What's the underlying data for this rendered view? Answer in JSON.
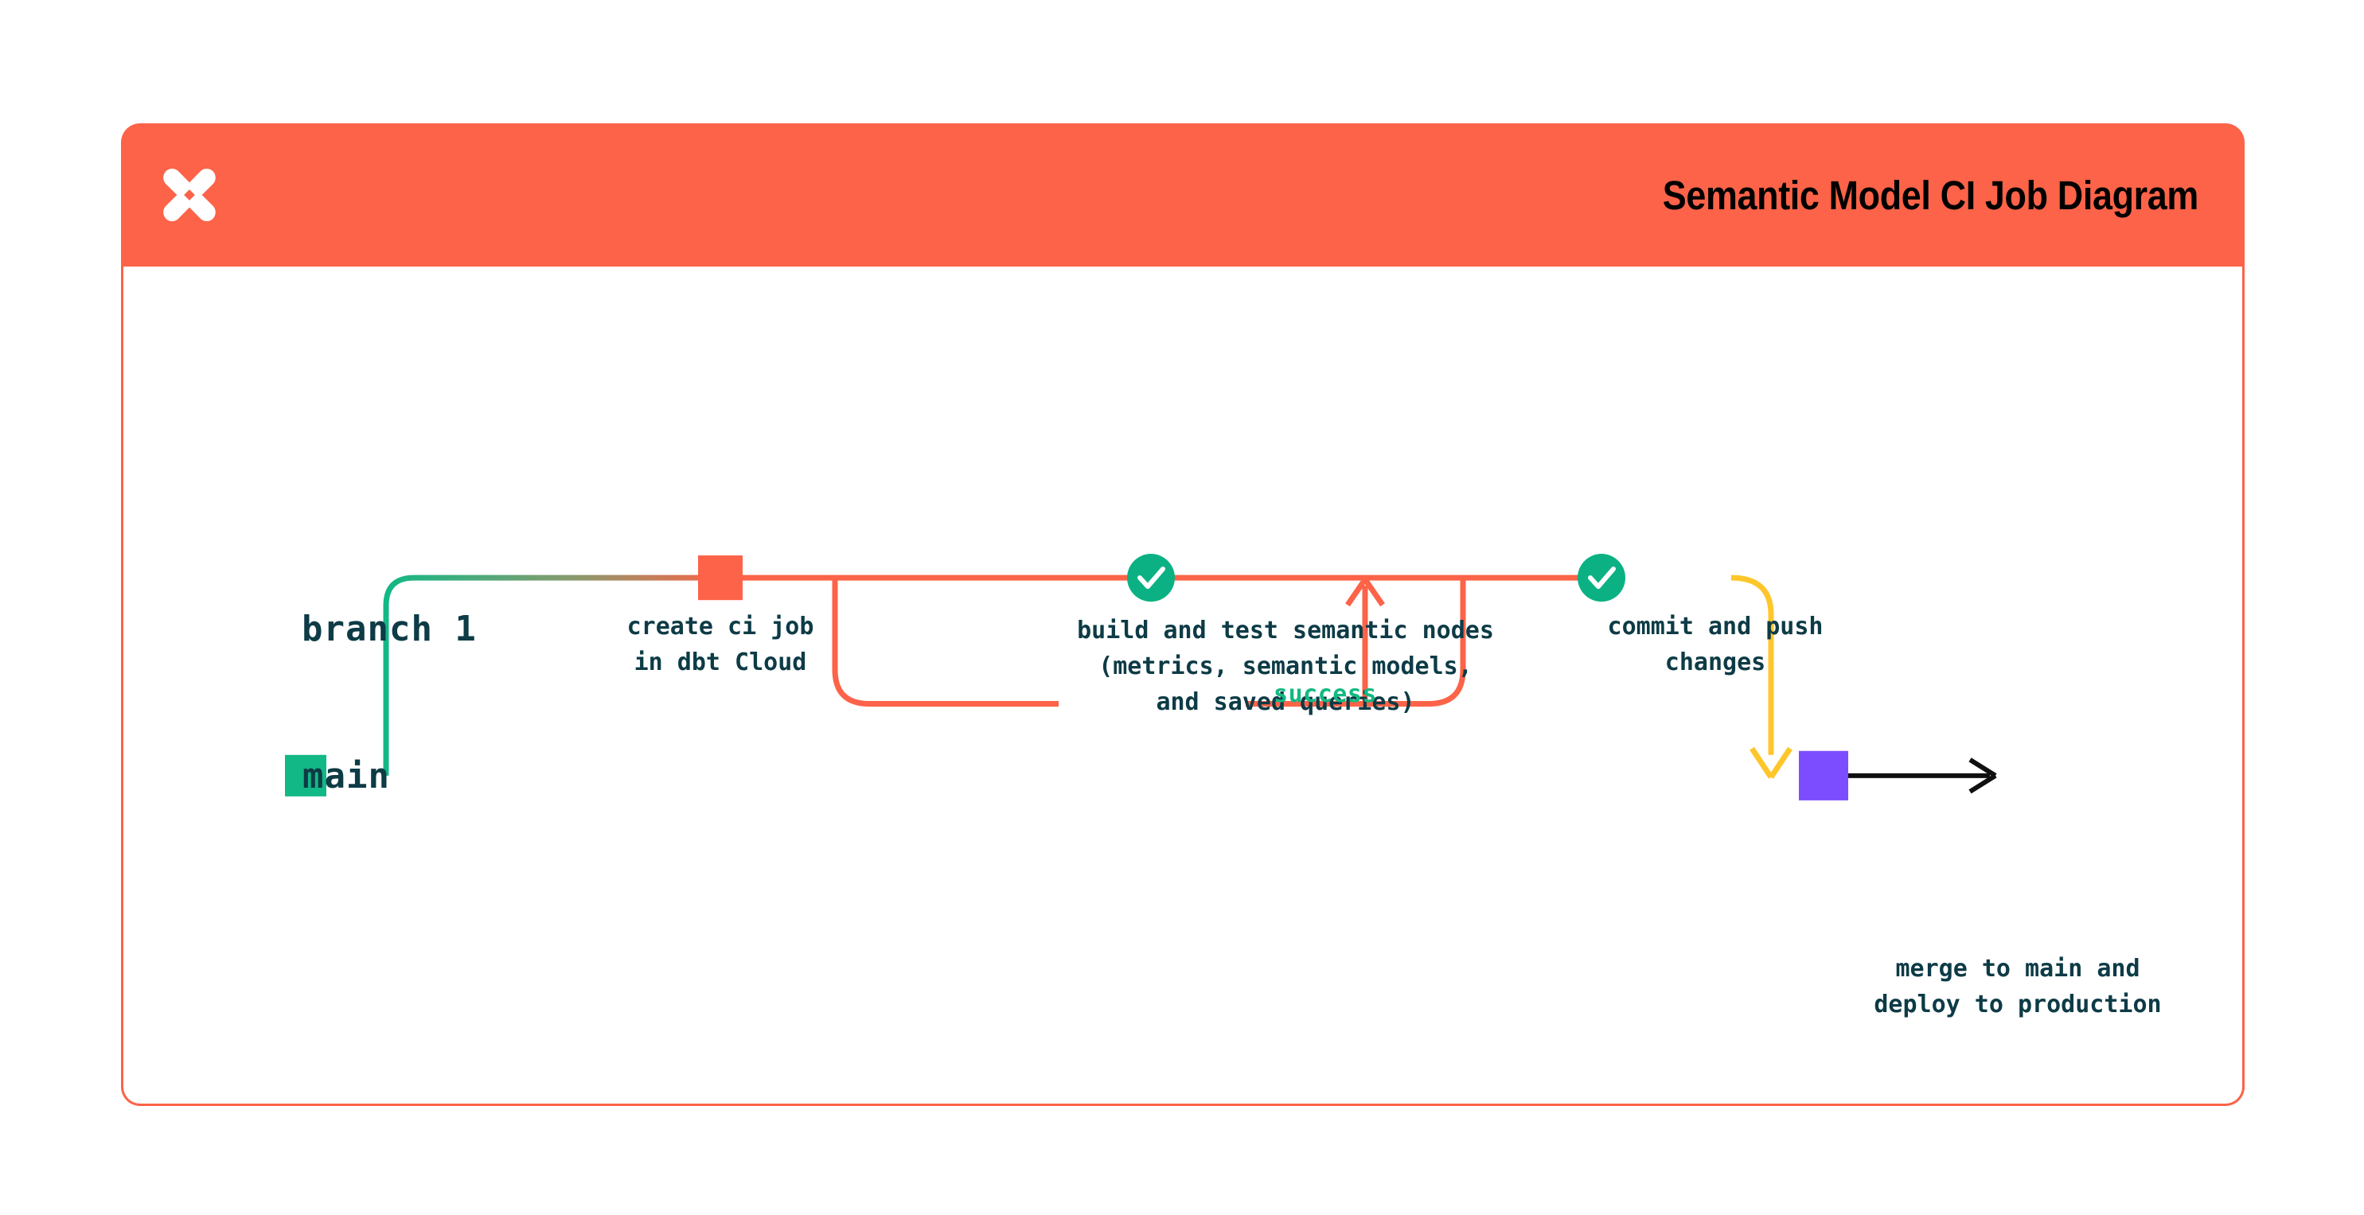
{
  "card": {
    "title": "Semantic Model CI Job Diagram",
    "logo_icon": "dbt-logo-icon",
    "header_color": "#fc6348",
    "border_color": "#fc6348"
  },
  "diagram": {
    "type": "git-branch-flow",
    "lanes": [
      {
        "id": "branch1",
        "label": "branch 1",
        "line_color": "#fc6348"
      },
      {
        "id": "main",
        "label": "main",
        "line_color": "#12b886"
      }
    ],
    "nodes": [
      {
        "id": "create-ci-job",
        "lane": "branch1",
        "marker": "square",
        "marker_color": "#fc6348",
        "caption": "create ci job\nin dbt Cloud"
      },
      {
        "id": "build-and-test",
        "lane": "branch1",
        "marker": "check-circle",
        "marker_color": "#0bb183",
        "caption": "build and test semantic nodes\n(metrics, semantic models,\nand saved queries)"
      },
      {
        "id": "commit-and-push",
        "lane": "branch1",
        "marker": "check-circle",
        "marker_color": "#0bb183",
        "caption": "commit and push\nchanges"
      },
      {
        "id": "merge-to-main",
        "lane": "main",
        "marker": "square",
        "marker_color": "#7c4dff",
        "caption": "merge to main and\ndeploy to production"
      }
    ],
    "loop": {
      "id": "success-loop",
      "label": "success",
      "label_color": "#13b981",
      "line_color": "#fc6348"
    },
    "edges": [
      {
        "id": "branch-off",
        "from": "main",
        "to": "branch1",
        "color_from": "#12b886",
        "color_to": "#fc6348"
      },
      {
        "id": "retry-up-arrow",
        "color": "#fc6348",
        "direction": "up"
      },
      {
        "id": "merge-down-arrow",
        "from": "branch1",
        "to": "main",
        "color": "#ffc62b",
        "direction": "down"
      },
      {
        "id": "main-continues",
        "color": "#000000",
        "direction": "right"
      }
    ],
    "colors": {
      "teal": "#12b886",
      "green": "#0bb183",
      "orange": "#fc6348",
      "yellow": "#ffc62b",
      "purple": "#7c4dff",
      "navy": "#0d3b46",
      "black": "#000000"
    }
  }
}
